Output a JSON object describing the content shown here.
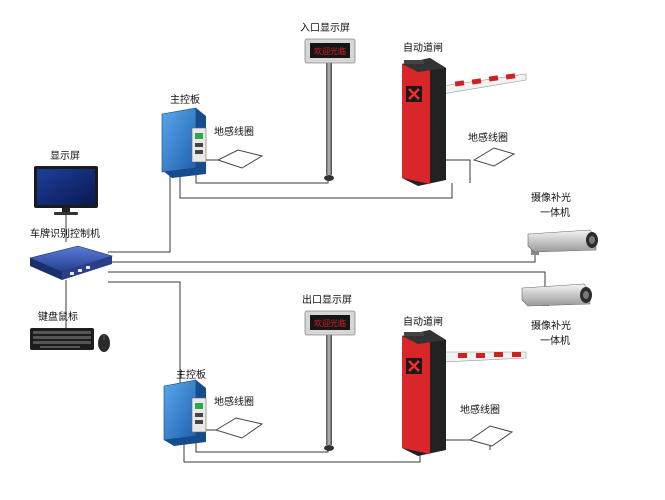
{
  "labels": {
    "entry_display": "入口显示屏",
    "exit_display": "出口显示屏",
    "barrier_top": "自动道闸",
    "barrier_bottom": "自动道闸",
    "controller_top": "主控板",
    "controller_bottom": "主控板",
    "loop_top_left": "地感线圈",
    "loop_top_right": "地感线圈",
    "loop_bottom_left": "地感线圈",
    "loop_bottom_right": "地感线圈",
    "monitor": "显示屏",
    "recognition_controller": "车牌识别控制机",
    "keyboard_mouse": "键盘鼠标",
    "camera_top_line1": "摄像补光",
    "camera_top_line2": "一体机",
    "camera_bottom_line1": "摄像补光",
    "camera_bottom_line2": "一体机",
    "display_text_top": "欢迎光临",
    "display_text_bottom": "欢迎光临"
  },
  "colors": {
    "wire": "#3a3a3a",
    "controller_blue": "#2e7fd0",
    "barrier_red": "#d8262b",
    "led_text": "#e02020",
    "boom_red": "#d02020"
  },
  "icons": {
    "barrier_status": "x-cross-icon"
  }
}
